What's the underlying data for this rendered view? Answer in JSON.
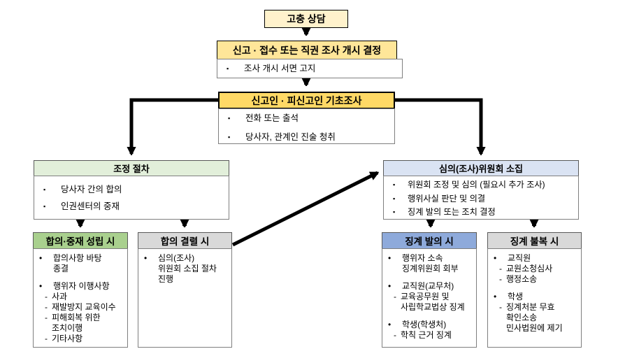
{
  "markers": {
    "square": "▪",
    "dot": "•",
    "dash": "-"
  },
  "colors": {
    "cream": "#FFF2CC",
    "yellow": "#FFE699",
    "gold": "#FFD966",
    "green_light": "#E2EFDA",
    "green": "#A9D08E",
    "blue_light": "#DAE3F3",
    "blue": "#8EAADB",
    "gray": "#D9D9D9",
    "edge": "#000000"
  },
  "flow": {
    "complaint": {
      "title": "고충 상담"
    },
    "start_decision": {
      "title": "신고 · 접수 또는 직권 조사 개시 결정",
      "lines": [
        {
          "t": "sq",
          "x": "조사 개시 서면 고지"
        }
      ]
    },
    "basic_investigation": {
      "title": "신고인 · 피신고인 기초조사",
      "lines": [
        {
          "t": "sq",
          "x": "전화 또는 출석"
        },
        {
          "t": "sq",
          "x": "당사자, 관계인 진술 청취"
        }
      ]
    },
    "mediation": {
      "title": "조정 절차",
      "lines": [
        {
          "t": "sq",
          "x": "당사자 간의 합의"
        },
        {
          "t": "sq",
          "x": "인권센터의 중재"
        }
      ]
    },
    "committee": {
      "title": "심의(조사)위원회 소집",
      "lines": [
        {
          "t": "sq",
          "x": "위원회 조정 및 심의 (필요시 추가 조사)"
        },
        {
          "t": "sq",
          "x": "행위사실 판단 및 의결"
        },
        {
          "t": "sq",
          "x": "징계 발의 또는 조치 결정"
        }
      ]
    },
    "settled": {
      "title": "합의·중재 성립 시",
      "lines": [
        {
          "t": "b",
          "x": "합의사항 바탕"
        },
        {
          "t": "b2",
          "x": "종결"
        },
        {
          "t": "g"
        },
        {
          "t": "b",
          "x": "행위자 이행사항"
        },
        {
          "t": "d",
          "x": "사과"
        },
        {
          "t": "d",
          "x": "재발방지 교육이수"
        },
        {
          "t": "d",
          "x": "피해회복 위한"
        },
        {
          "t": "d2",
          "x": "조치이행"
        },
        {
          "t": "d",
          "x": "기타사항"
        }
      ]
    },
    "failed": {
      "title": "합의 결렬 시",
      "lines": [
        {
          "t": "b",
          "x": "심의(조사)"
        },
        {
          "t": "b2",
          "x": "위원회 소집 절차"
        },
        {
          "t": "b2",
          "x": "진행"
        }
      ]
    },
    "disciplinary": {
      "title": "징계 발의 시",
      "lines": [
        {
          "t": "b",
          "x": "행위자 소속"
        },
        {
          "t": "b2",
          "x": "징계위원회 회부"
        },
        {
          "t": "g"
        },
        {
          "t": "b",
          "x": "교직원(교무처)"
        },
        {
          "t": "d",
          "x": "교육공무원 및"
        },
        {
          "t": "d2",
          "x": "사립학교법상 징계"
        },
        {
          "t": "g"
        },
        {
          "t": "b",
          "x": "학생(학생처)"
        },
        {
          "t": "d",
          "x": "학칙 근거 징계"
        }
      ]
    },
    "appeal": {
      "title": "징계 불복 시",
      "lines": [
        {
          "t": "b",
          "x": "교직원"
        },
        {
          "t": "d",
          "x": "교원소청심사"
        },
        {
          "t": "d",
          "x": "행정소송"
        },
        {
          "t": "g"
        },
        {
          "t": "b",
          "x": "학생"
        },
        {
          "t": "d",
          "x": "징계처분 무효"
        },
        {
          "t": "d2",
          "x": "확인소송"
        },
        {
          "t": "d2",
          "x": "민사법원에 제기"
        }
      ]
    }
  }
}
